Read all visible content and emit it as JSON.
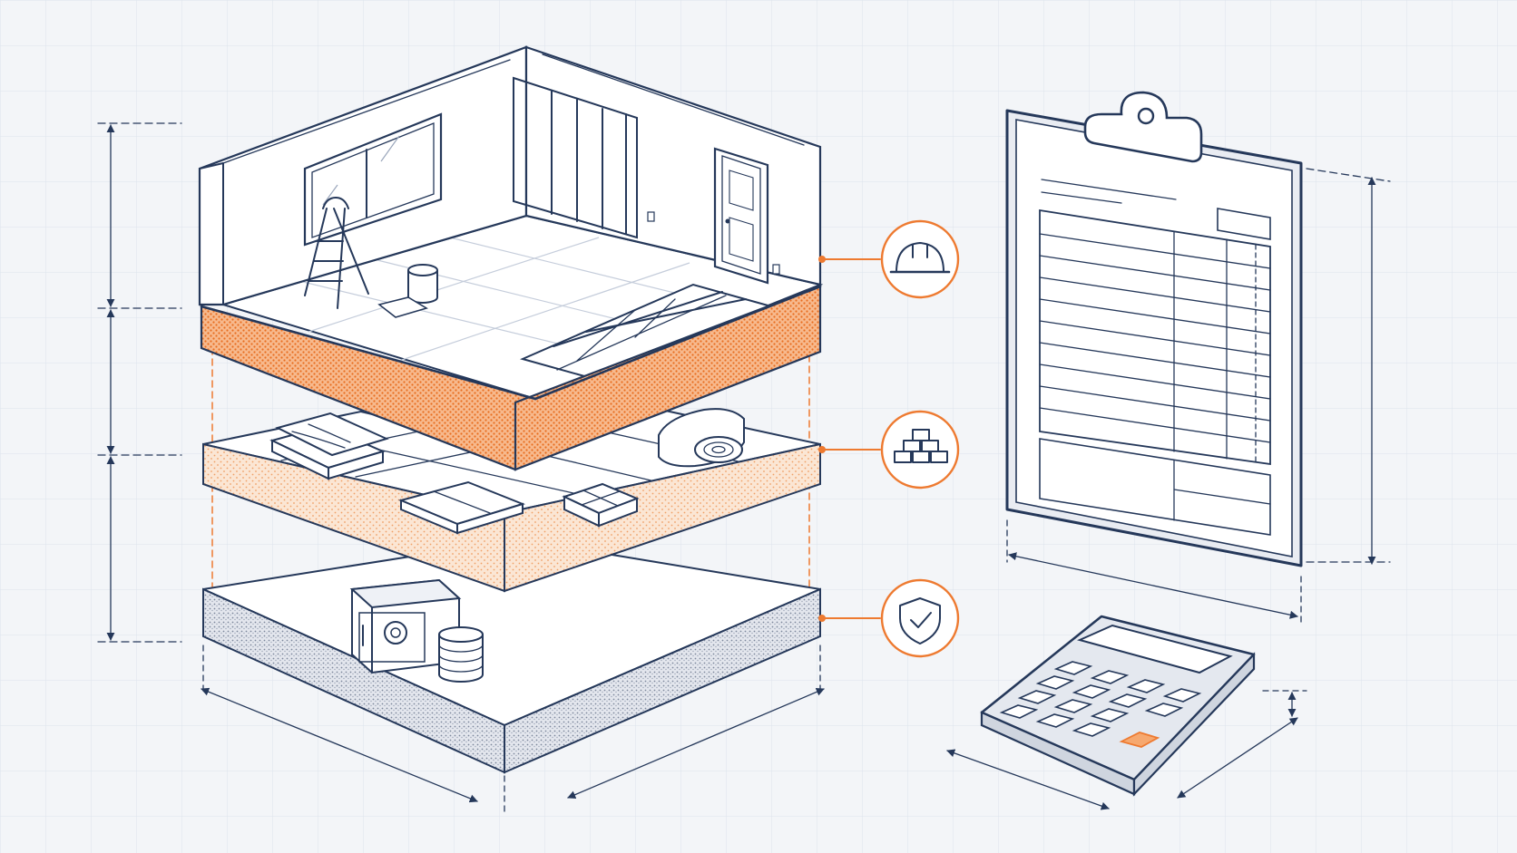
{
  "illustration": {
    "theme": "renovation-cost-estimate",
    "colors": {
      "background": "#f3f5f8",
      "grid": "#dde3ec",
      "ink": "#25385a",
      "accent": "#ee7a30",
      "accent_fill": "#f6a86f",
      "light_fill": "#fbe3cf",
      "concrete": "#c9ced9"
    },
    "layers": [
      {
        "name": "labor",
        "icon": "hard-hat-icon"
      },
      {
        "name": "materials",
        "icon": "bricks-icon"
      },
      {
        "name": "contingency",
        "icon": "shield-check-icon"
      }
    ],
    "objects": [
      "clipboard-icon",
      "calculator-icon",
      "safe-icon",
      "coin-stack-icon",
      "ladder-icon",
      "paint-bucket-icon",
      "lumber-icon",
      "tiles-icon",
      "insulation-roll-icon",
      "door-icon",
      "window-icon"
    ]
  }
}
